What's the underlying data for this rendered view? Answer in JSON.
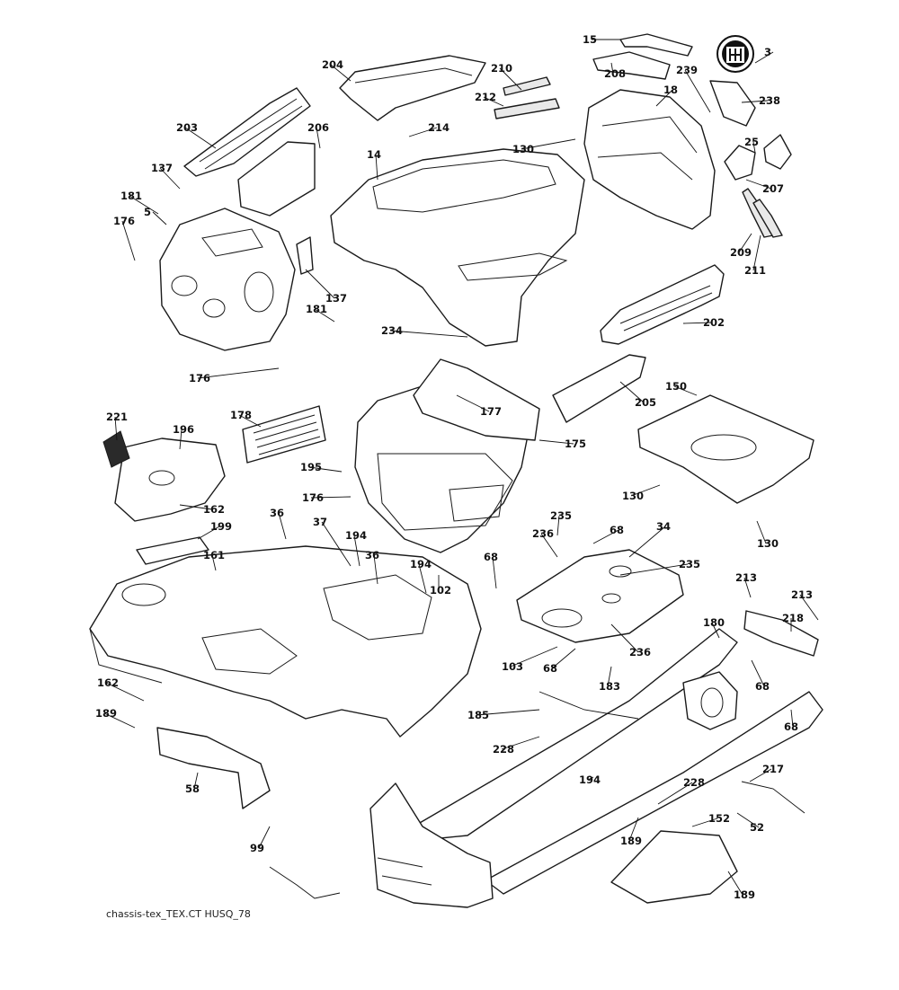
{
  "footer": {
    "drawing_id": "chassis-tex_TEX.CT HUSQ_78"
  },
  "brand": {
    "logo_name": "husqvarna-crown-logo"
  },
  "callouts": [
    "15",
    "208",
    "239",
    "3",
    "204",
    "210",
    "212",
    "18",
    "238",
    "203",
    "206",
    "214",
    "130",
    "25",
    "207",
    "137",
    "181",
    "14",
    "176",
    "5",
    "209",
    "211",
    "137",
    "181",
    "202",
    "234",
    "176",
    "177",
    "150",
    "205",
    "221",
    "178",
    "196",
    "175",
    "195",
    "176",
    "130",
    "162",
    "130",
    "199",
    "36",
    "37",
    "194",
    "36",
    "194",
    "235",
    "68",
    "34",
    "161",
    "236",
    "68",
    "235",
    "102",
    "213",
    "213",
    "180",
    "218",
    "103",
    "236",
    "68",
    "183",
    "162",
    "68",
    "189",
    "185",
    "68",
    "228",
    "58",
    "194",
    "217",
    "228",
    "189",
    "52",
    "152",
    "99",
    "189"
  ]
}
